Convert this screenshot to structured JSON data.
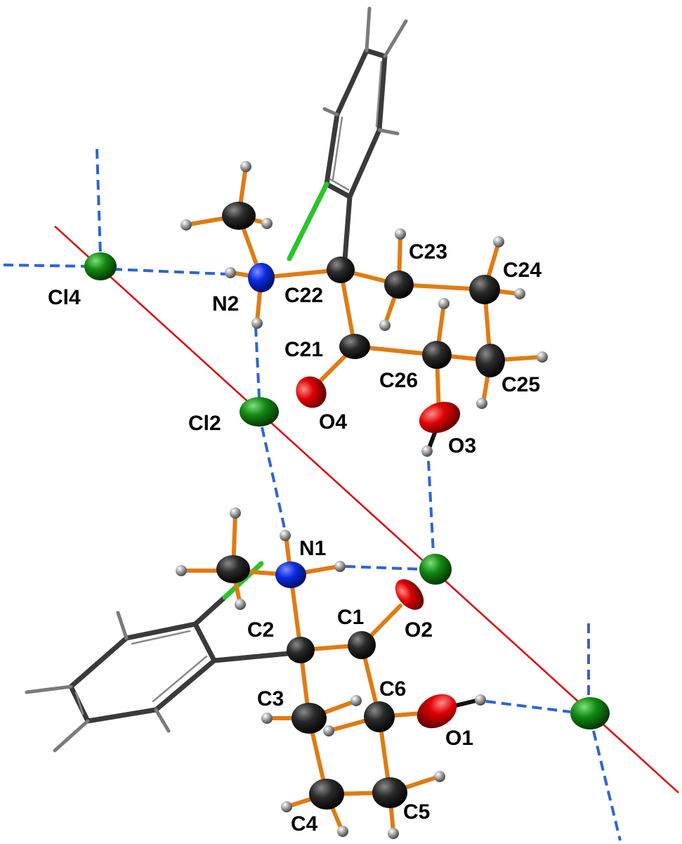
{
  "colors": {
    "bond_orange": "#e07b12",
    "bond_grey": "#3a3a3a",
    "hbond_blue": "#2f63d8",
    "symmetry_line_red": "#e00000",
    "carbon": "#1f1f1f",
    "nitrogen": "#0a2be0",
    "oxygen": "#e00000",
    "chlorine": "#138a13",
    "hydrogen": "#9a9a9a",
    "fluorine_stub": "#2bc42b"
  },
  "atom_labels": {
    "cl4": "Cl4",
    "n2": "N2",
    "c22": "C22",
    "c23": "C23",
    "c24": "C24",
    "c21": "C21",
    "c26": "C26",
    "c25": "C25",
    "cl2": "Cl2",
    "o4": "O4",
    "o3": "O3",
    "n1": "N1",
    "c1": "C1",
    "o2": "O2",
    "c2": "C2",
    "c3": "C3",
    "c6": "C6",
    "o1": "O1",
    "c4": "C4",
    "c5": "C5"
  }
}
